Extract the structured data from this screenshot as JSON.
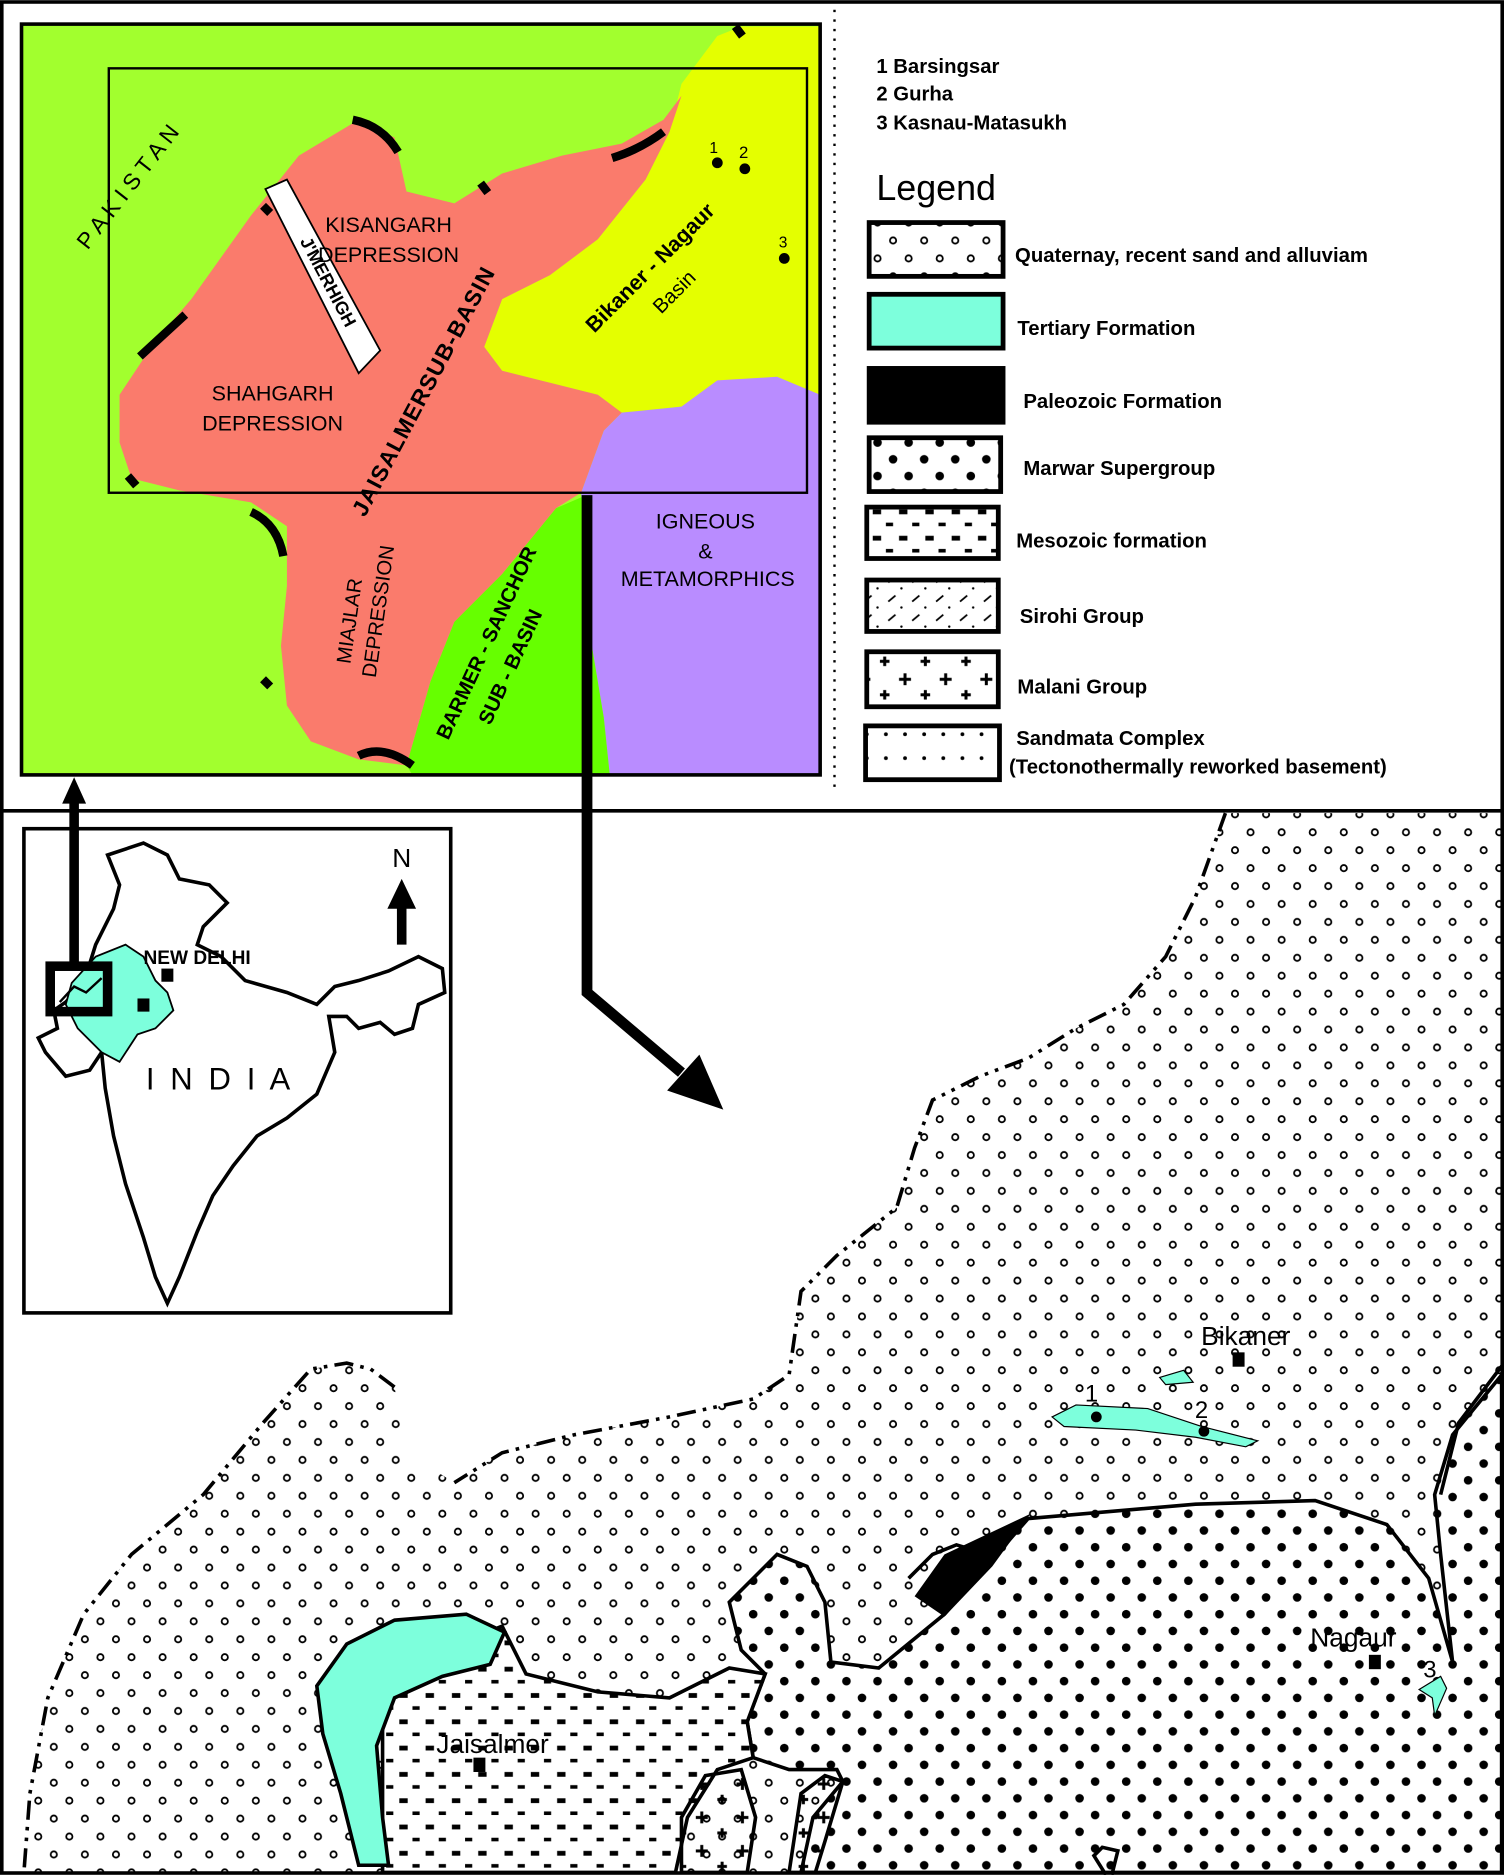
{
  "colors": {
    "outside": "#a2ff2e",
    "jaisalmer_basin": "#fa7b6c",
    "bikaner_basin": "#e4ff00",
    "igneous": "#b98cff",
    "barmer_basin": "#66ff00",
    "tertiary": "#7dffdc",
    "paleozoic": "#000000"
  },
  "sites": [
    "1 Barsingsar",
    "2 Gurha",
    "3 Kasnau-Matasukh"
  ],
  "legend": {
    "title": "Legend",
    "items": [
      {
        "key": "quaternary",
        "label": "Quaternay, recent sand and alluviam"
      },
      {
        "key": "tertiary",
        "label": "Tertiary Formation"
      },
      {
        "key": "paleozoic",
        "label": "Paleozoic Formation"
      },
      {
        "key": "marwar",
        "label": "Marwar Supergroup"
      },
      {
        "key": "mesozoic",
        "label": "Mesozoic formation"
      },
      {
        "key": "sirohi",
        "label": "Sirohi Group"
      },
      {
        "key": "malani",
        "label": "Malani Group"
      },
      {
        "key": "sandmata",
        "label": "Sandmata Complex",
        "label2": "(Tectonothermally reworked basement)"
      }
    ]
  },
  "basin_map": {
    "pakistan": "P A K I S T A N",
    "kisangarh": [
      "KISANGARH",
      "DEPRESSION"
    ],
    "shahgarh": [
      "SHAHGARH",
      "DEPRESSION"
    ],
    "jmer_high": "J'MERHIGH",
    "jaisalmer_basin": "JAISALMERSUB-BASIN",
    "bikaner": [
      "Bikaner - Nagaur",
      "Basin"
    ],
    "igneous": [
      "IGNEOUS",
      "&",
      "METAMORPHICS"
    ],
    "miajlar": [
      "MIAJLAR",
      "DEPRESSION"
    ],
    "barmer": [
      "BARMER - SANCHOR",
      "SUB - BASIN"
    ],
    "site_numbers": [
      "1",
      "2",
      "3"
    ]
  },
  "india_map": {
    "north": "N",
    "capital": "NEW DELHI",
    "country": "I N D I A"
  },
  "geology_map": {
    "cities": [
      "Bikaner",
      "Nagaur",
      "Jaisalmer"
    ],
    "site_numbers": [
      "1",
      "2",
      "3"
    ]
  }
}
